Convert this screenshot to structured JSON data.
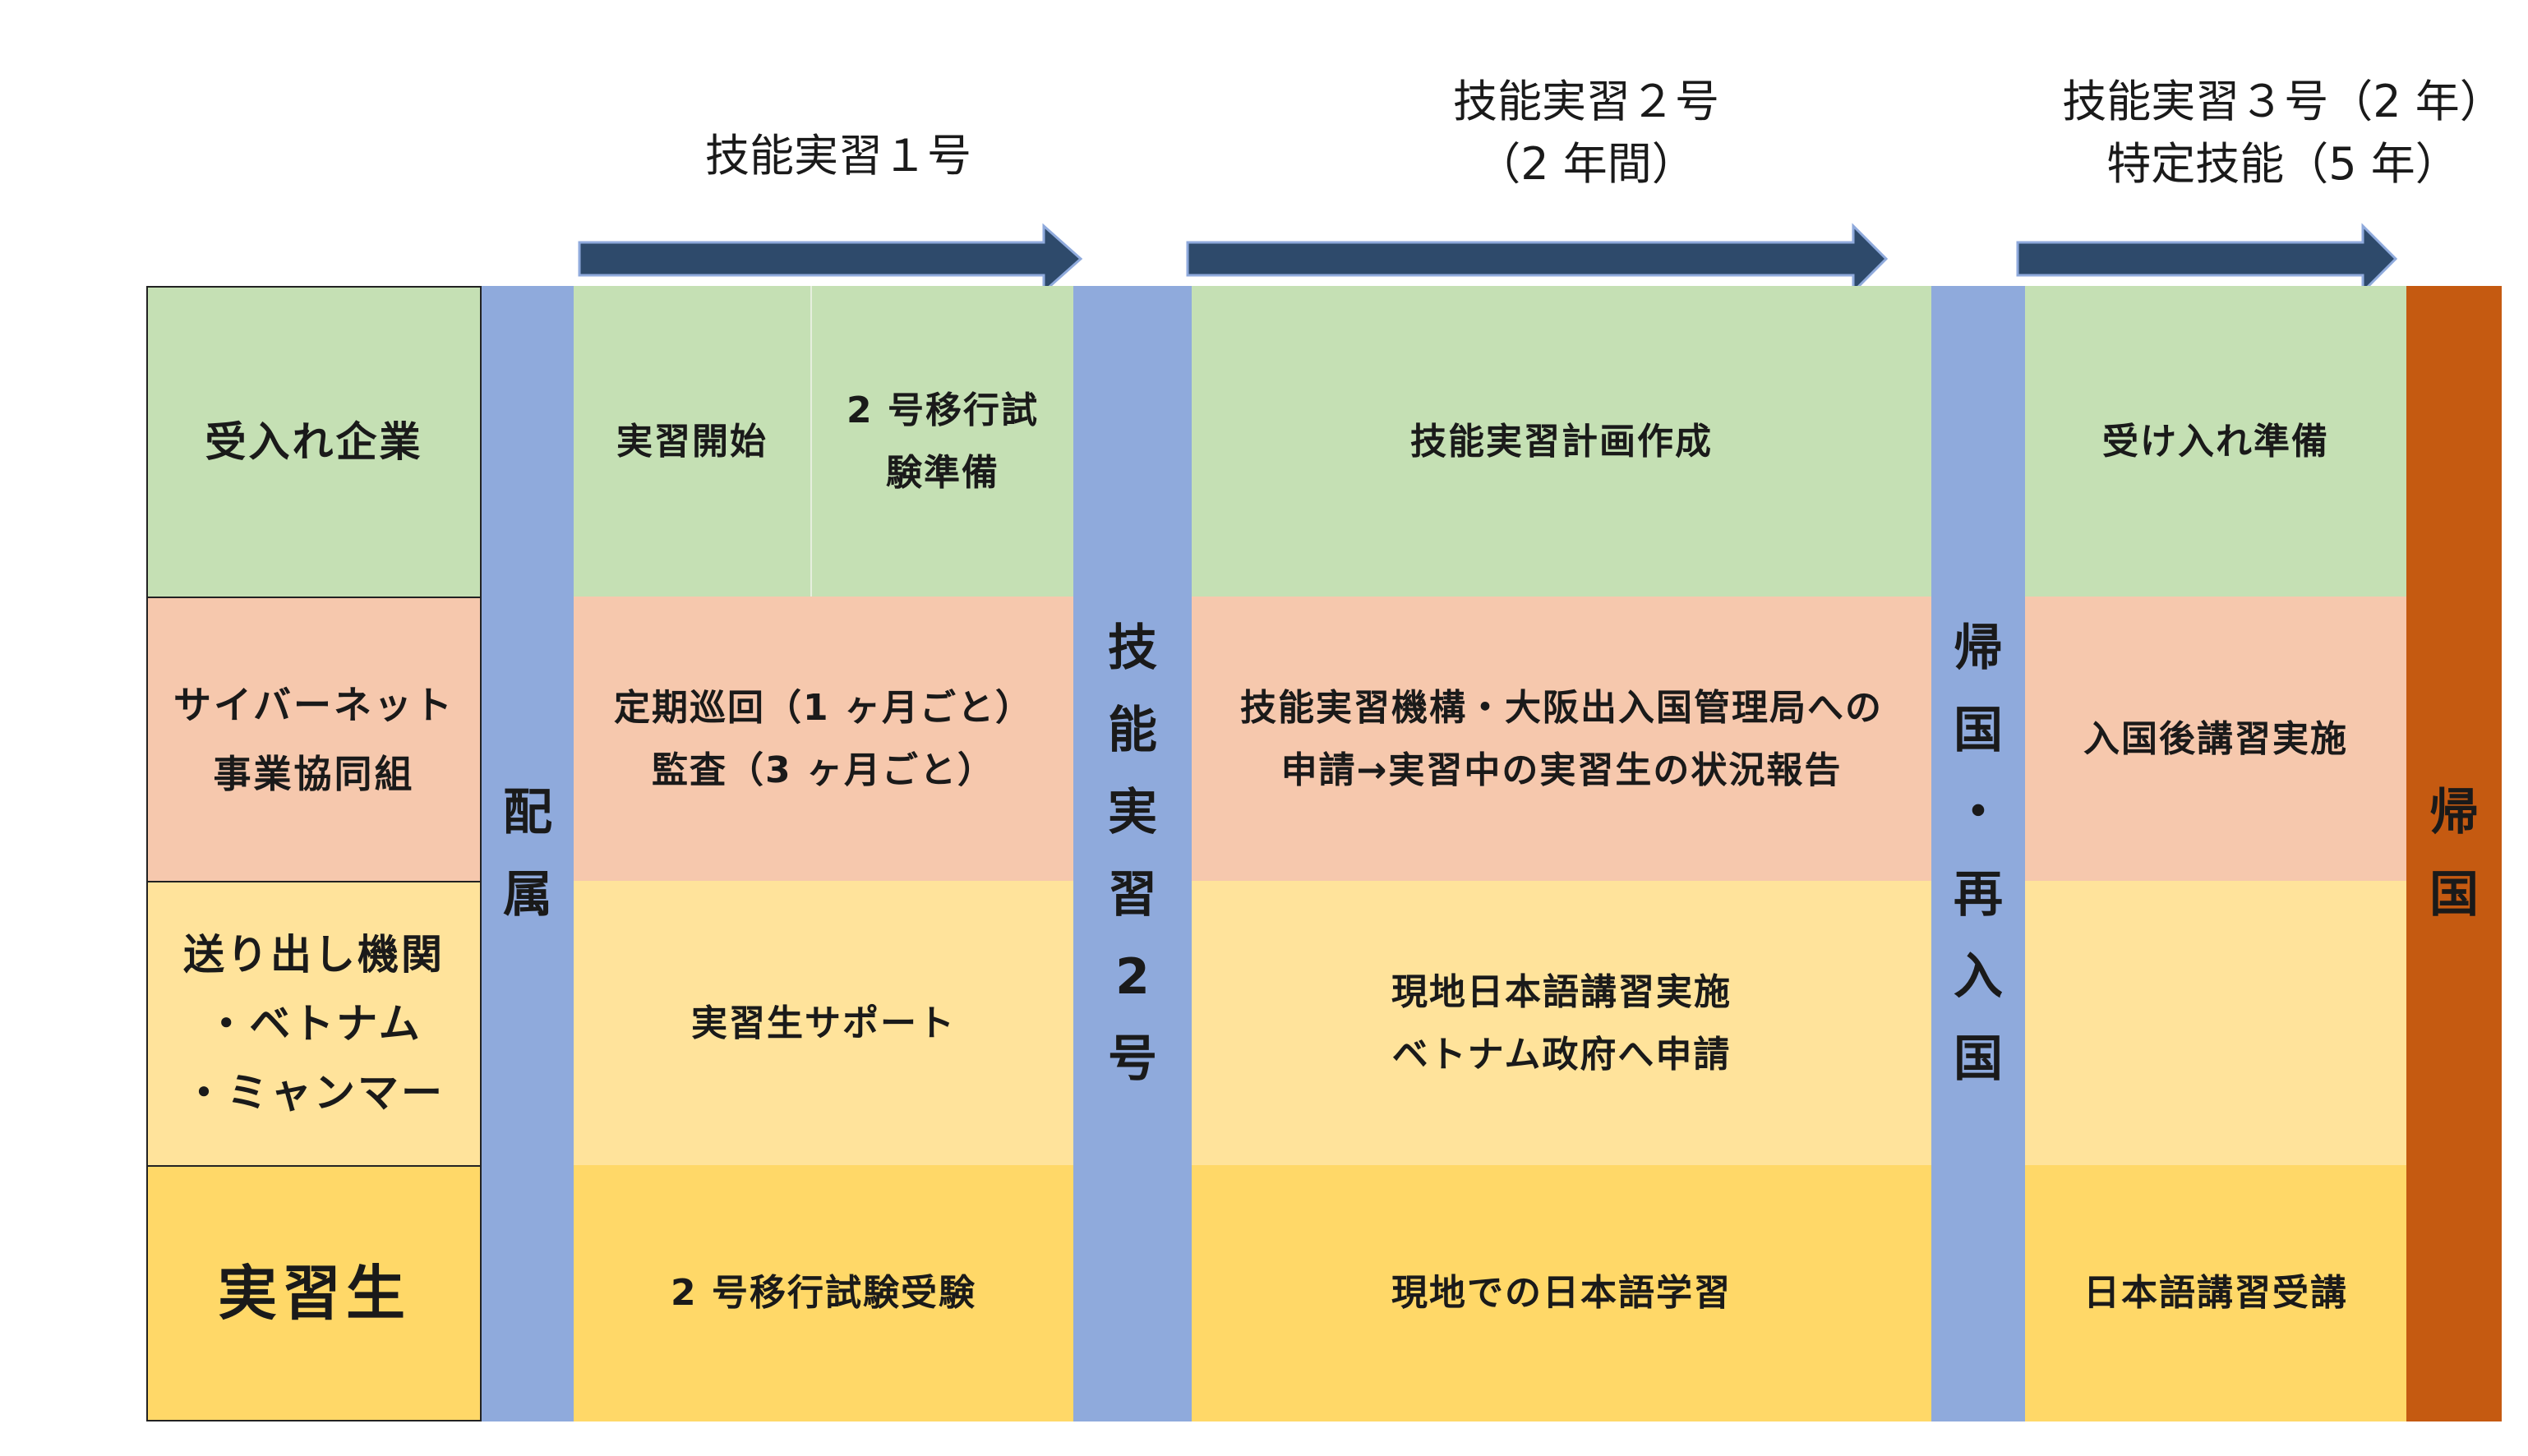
{
  "colors": {
    "company": "#c5e0b4",
    "union": "#f6c8ad",
    "sending": "#ffe39b",
    "trainee": "#ffd868",
    "blue_bar": "#8faadc",
    "return_bar": "#c55a11",
    "arrow_fill": "#2e4a6b"
  },
  "phases": {
    "phase1": "技能実習１号",
    "phase2": "技能実習２号\n（2 年間）",
    "phase3": "技能実習３号（2 年）\n特定技能（5 年）"
  },
  "rows": {
    "company": "受入れ企業",
    "union": "サイバーネット\n事業協同組",
    "sending": "送り出し機関\n・ベトナム\n・ミャンマー",
    "trainee": "実習生"
  },
  "bars": {
    "assign": [
      "配",
      "属"
    ],
    "phase2_start": [
      "技",
      "能",
      "実",
      "習",
      "2",
      "号"
    ],
    "reentry": [
      "帰",
      "国",
      "・",
      "再",
      "入",
      "国"
    ],
    "return": [
      "帰",
      "国"
    ]
  },
  "cells": {
    "p1_company_a": "実習開始",
    "p1_company_b": "2 号移行試\n験準備",
    "p1_union": "定期巡回（1 ヶ月ごと）\n監査（3 ヶ月ごと）",
    "p1_sending": "実習生サポート",
    "p1_trainee": "2 号移行試験受験",
    "p2_company": "技能実習計画作成",
    "p2_union": "技能実習機構・大阪出入国管理局への\n申請→実習中の実習生の状況報告",
    "p2_sending": "現地日本語講習実施\nベトナム政府へ申請",
    "p2_trainee": "現地での日本語学習",
    "p3_company": "受け入れ準備",
    "p3_union": "入国後講習実施",
    "p3_sending": "",
    "p3_trainee": "日本語講習受講"
  }
}
